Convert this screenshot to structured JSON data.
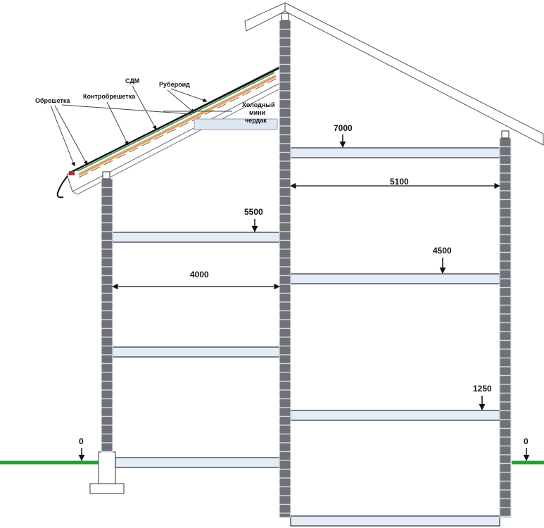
{
  "colors": {
    "brick": "#6e7278",
    "brick_joint": "#d9dbde",
    "slab_fill": "#e4edf6",
    "slab_stroke": "#2b2f36",
    "roof_line": "#555555",
    "ground": "#1fa035",
    "roof_green": "#2f8a3a",
    "roof_wood": "#d9a56a",
    "attic_fill": "#dde8f3"
  },
  "icons": {
    "gutter": "gutter-icon",
    "level_arrow": "arrow-down-icon"
  },
  "labels": {
    "obreshetka": "Обрешетка",
    "kontrobreshetka": "Контробрешетка",
    "sdm": "СДМ",
    "ruberoid": "Рубероид",
    "attic_line1": "Холодный",
    "attic_line2": "мини",
    "attic_line3": "чердак"
  },
  "levels": {
    "level_7000": "7000",
    "level_5500": "5500",
    "level_4500": "4500",
    "level_1250": "1250",
    "level_0_left": "0",
    "level_0_right": "0"
  },
  "spans": {
    "span_5100": "5100",
    "span_4000": "4000"
  }
}
